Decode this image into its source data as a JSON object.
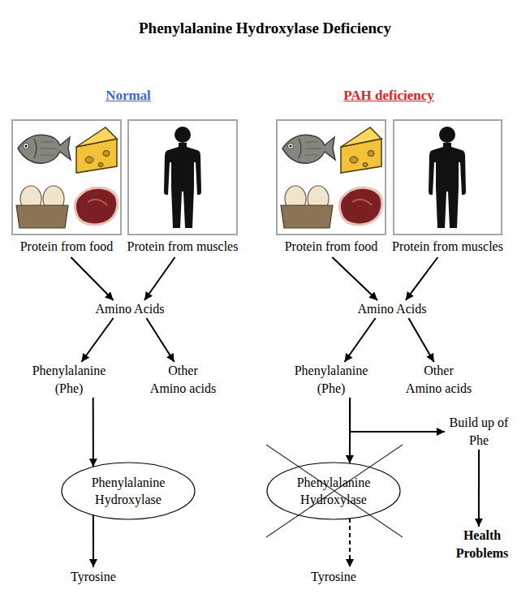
{
  "diagram": {
    "title": "Phenylalanine Hydroxylase Deficiency",
    "nodes": [
      {
        "text": [
          "Protein from food"
        ]
      },
      {
        "text": [
          "Protein from muscles"
        ]
      },
      {
        "text": [
          "Protein from food"
        ]
      },
      {
        "text": [
          "Protein from muscles"
        ]
      },
      {
        "text": [
          "Amino Acids"
        ]
      },
      {
        "text": [
          "Amino Acids"
        ]
      },
      {
        "text": [
          "Phenylalanine (Phe)"
        ]
      },
      {
        "text": [
          "Other Amino acids"
        ]
      },
      {
        "text": [
          "Phenylalanine (Phe)"
        ]
      },
      {
        "text": [
          "Other Amino acids"
        ]
      },
      {
        "text": [
          "Build up of Phe"
        ]
      },
      {
        "text": [
          "Phenylalanine Hydroxylase"
        ]
      },
      {
        "text": [
          "Phenylalanine Hydroxylase"
        ]
      },
      {
        "text": [
          "Health Problems"
        ]
      },
      {
        "text": [
          "Tyrosine"
        ]
      },
      {
        "text": [
          "Tyrosine"
        ]
      }
    ],
    "edges": [
      {
        "from": 0,
        "to": 4,
        "arrow": "to"
      },
      {
        "from": 1,
        "to": 4,
        "arrow": "to"
      },
      {
        "from": 2,
        "to": 5,
        "arrow": "to"
      },
      {
        "from": 3,
        "to": 5,
        "arrow": "to"
      },
      {
        "from": 4,
        "to": 6,
        "arrow": "to"
      },
      {
        "from": 4,
        "to": 7,
        "arrow": "to"
      },
      {
        "from": 5,
        "to": 8,
        "arrow": "to"
      },
      {
        "from": 5,
        "to": 9,
        "arrow": "to"
      },
      {
        "from": 6,
        "to": 11,
        "arrow": "to"
      },
      {
        "from": 8,
        "to": 12,
        "arrow": "to"
      },
      {
        "from": 8,
        "to": 10,
        "arrow": "to"
      },
      {
        "from": 10,
        "to": 13,
        "arrow": "to"
      },
      {
        "from": 11,
        "to": 14,
        "arrow": "to"
      },
      {
        "from": 12,
        "to": 15,
        "arrow": "to"
      }
    ],
    "labels": [
      "Normal",
      "PAH deficiency"
    ]
  }
}
